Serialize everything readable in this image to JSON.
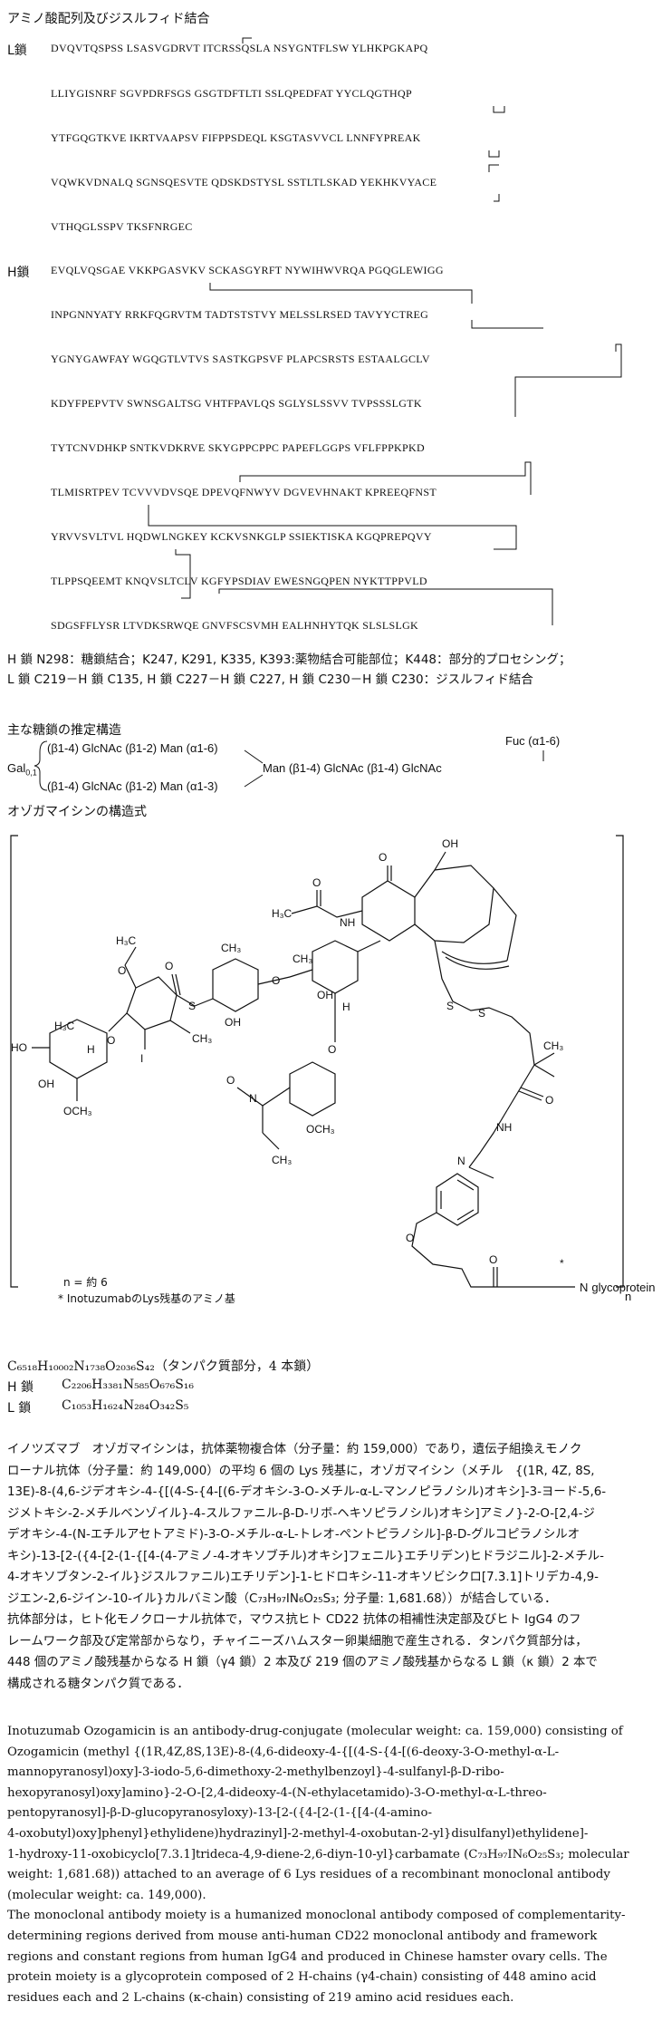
{
  "sequence_section": {
    "title": "アミノ酸配列及びジスルフィド結合",
    "l_chain_label": "L鎖",
    "l_chain_lines": [
      "DVQVTQSPSS LSASVGDRVT ITCRSSQSLA NSYGNTFLSW YLHKPGKAPQ",
      "LLIYGISNRF SGVPDRFSGS GSGTDFTLTI SSLQPEDFAT YYCLQGTHQP",
      "YTFGQGTKVE IKRTVAAPSV FIFPPSDEQL KSGTASVVCL LNNFYPREAK",
      "VQWKVDNALQ SGNSQESVTE QDSKDSTYSL SSTLTLSKAD YEKHKVYACE",
      "VTHQGLSSPV TKSFNRGEC"
    ],
    "h_chain_label": "H鎖",
    "h_chain_lines": [
      "EVQLVQSGAE VKKPGASVKV SCKASGYRFT NYWIHWVRQA PGQGLEWIGG",
      "INPGNNYATY RRKFQGRVTM TADTSTSTVY MELSSLRSED TAVYYCTREG",
      "YGNYGAWFAY WGQGTLVTVS SASTKGPSVF PLAPCSRSTS ESTAALGCLV",
      "KDYFPEPVTV SWNSGALTSG VHTFPAVLQS SGLYSLSSVV TVPSSSLGTK",
      "TYTCNVDHKP SNTKVDKRVE SKYGPPCPPC PAPEFLGGPS VFLFPPKPKD",
      "TLMISRTPEV TCVVVDVSQE DPEVQFNWYV DGVEVHNAKT KPREEQFNST",
      "YRVVSVLTVL HQDWLNGKEY KCKVSNKGLP SSIEKTISKA KGQPREPQVY",
      "TLPPSQEEMT KNQVSLTCLV KGFYPSDIAV EWESNGQPEN NYKTTPPVLD",
      "SDGSFFLYSR LTVDKSRWQE GNVFSCSVMH EALHNHYTQK SLSLSLGK"
    ],
    "note_line1": "H 鎖 N298：糖鎖結合；K247, K291, K335, K393:薬物結合可能部位；K448：部分的プロセシング；",
    "note_line2": "L 鎖 C219－H 鎖 C135,  H 鎖 C227－H 鎖 C227,  H 鎖 C230－H 鎖 C230：ジスルフィド結合"
  },
  "glycan_section": {
    "title": "主な糖鎖の推定構造",
    "gal_label": "Gal",
    "gal_sub": "0,1",
    "arm_upper": "(β1-4) GlcNAc (β1-2) Man (α1-6)",
    "arm_lower": "(β1-4) GlcNAc (β1-2) Man (α1-3)",
    "core": "Man (β1-4) GlcNAc (β1-4) GlcNAc",
    "fuc": "Fuc (α1-6)"
  },
  "structure_section": {
    "title": "オゾガマイシンの構造式",
    "n_label": "n = 約 6",
    "footnote_prefix": "* Inotuzumabの",
    "footnote_suffix": "Lys残基のアミノ基",
    "glycoprotein_label": "glycoprotein",
    "star": "*",
    "n_outside": "n",
    "labels": {
      "h3co_top": "H₃C",
      "o": "O",
      "oh": "OH",
      "h3c_mid": "H₃C",
      "ho": "HO",
      "h": "H",
      "nh": "NH",
      "hn": "HN",
      "n": "N",
      "i": "I",
      "s": "S",
      "ch3": "CH₃",
      "h3c": "H₃C",
      "och3": "OCH₃"
    }
  },
  "formula_section": {
    "total": "C₆₅₁₈H₁₀₀₀₂N₁₇₃₈O₂₀₃₆S₄₂（タンパク質部分，4 本鎖）",
    "h_label": "H 鎖",
    "h_formula": "C₂₂₀₆H₃₃₈₁N₅₈₅O₆₇₆S₁₆",
    "l_label": "L 鎖",
    "l_formula": "C₁₀₅₃H₁₆₂₄N₂₈₄O₃₄₂S₅"
  },
  "japanese_description": [
    "イノツズマブ　オゾガマイシンは，抗体薬物複合体（分子量：約 159,000）であり，遺伝子組換えモノク",
    "ローナル抗体（分子量：約 149,000）の平均 6 個の Lys 残基に，オゾガマイシン（メチル　{(1R, 4Z, 8S,",
    "13E)-8-(4,6-ジデオキシ-4-{[(4-S-{4-[(6-デオキシ-3-O-メチル-α-L-マンノピラノシル)オキシ]-3-ヨード-5,6-",
    "ジメトキシ-2-メチルベンゾイル}-4-スルファニル-β-D-リボ-ヘキソピラノシル)オキシ]アミノ}-2-O-[2,4-ジ",
    "デオキシ-4-(N-エチルアセトアミド)-3-O-メチル-α-L-トレオ-ペントピラノシル]-β-D-グルコピラノシルオ",
    "キシ)-13-[2-({4-[2-(1-{[4-(4-アミノ-4-オキソブチル)オキシ]フェニル}エチリデン)ヒドラジニル]-2-メチル-",
    "4-オキソブタン-2-イル}ジスルファニル)エチリデン]-1-ヒドロキシ-11-オキソビシクロ[7.3.1]トリデカ-4,9-",
    "ジエン-2,6-ジイン-10-イル}カルバミン酸（C₇₃H₉₇IN₆O₂₅S₃; 分子量: 1,681.68））が結合している．",
    "抗体部分は，ヒト化モノクローナル抗体で，マウス抗ヒト CD22 抗体の相補性決定部及びヒト IgG4 のフ",
    "レームワーク部及び定常部からなり，チャイニーズハムスター卵巣細胞で産生される．タンパク質部分は，",
    "448 個のアミノ酸残基からなる H 鎖（γ4 鎖）2 本及び 219 個のアミノ酸残基からなる L 鎖（κ 鎖）2 本で",
    "構成される糖タンパク質である．"
  ],
  "english_description": [
    "Inotuzumab Ozogamicin is an antibody-drug-conjugate (molecular weight: ca. 159,000) consisting of",
    "Ozogamicin (methyl {(1R,4Z,8S,13E)-8-(4,6-dideoxy-4-{[(4-S-{4-[(6-deoxy-3-O-methyl-α-L-",
    "mannopyranosyl)oxy]-3-iodo-5,6-dimethoxy-2-methylbenzoyl}-4-sulfanyl-β-D-ribo-",
    "hexopyranosyl)oxy]amino}-2-O-[2,4-dideoxy-4-(N-ethylacetamido)-3-O-methyl-α-L-threo-",
    "pentopyranosyl]-β-D-glucopyranosyloxy)-13-[2-({4-[2-(1-{[4-(4-amino-",
    "4-oxobutyl)oxy]phenyl}ethylidene)hydrazinyl]-2-methyl-4-oxobutan-2-yl}disulfanyl)ethylidene]-",
    "1-hydroxy-11-oxobicyclo[7.3.1]trideca-4,9-diene-2,6-diyn-10-yl}carbamate (C₇₃H₉₇IN₆O₂₅S₃; molecular",
    "weight: 1,681.68)) attached to an average of 6 Lys residues of a recombinant monoclonal antibody",
    "(molecular weight: ca. 149,000).",
    "The monoclonal antibody moiety is a humanized monoclonal antibody composed of complementarity-",
    "determining regions derived from mouse anti-human CD22 monoclonal antibody and framework",
    "regions and constant regions from human IgG4 and produced in Chinese hamster ovary cells. The",
    "protein moiety is a glycoprotein composed of 2 H-chains (γ4-chain) consisting of 448 amino acid",
    "residues each and 2 L-chains (κ-chain) consisting of 219 amino acid residues each."
  ]
}
